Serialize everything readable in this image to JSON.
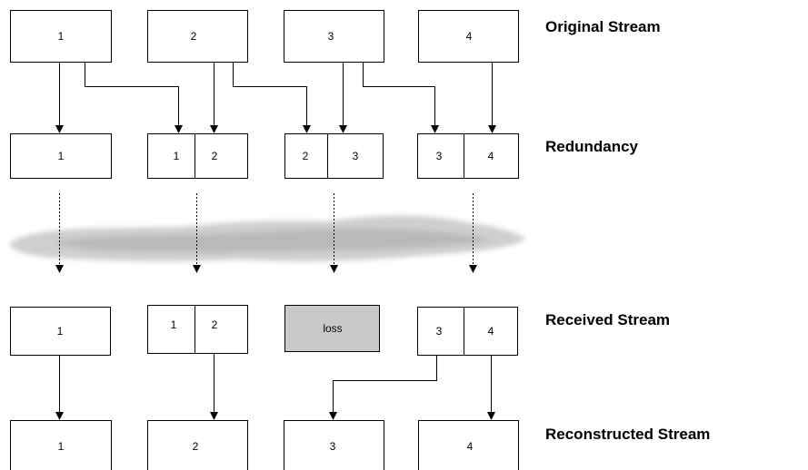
{
  "labels": {
    "original": "Original Stream",
    "redundancy": "Redundancy",
    "received": "Received Stream",
    "reconstructed": "Reconstructed Stream"
  },
  "original_stream": [
    "1",
    "2",
    "3",
    "4"
  ],
  "redundancy": [
    [
      "1"
    ],
    [
      "1",
      "2"
    ],
    [
      "2",
      "3"
    ],
    [
      "3",
      "4"
    ]
  ],
  "received_stream": [
    [
      "1"
    ],
    [
      "1",
      "2"
    ],
    [
      "loss"
    ],
    [
      "3",
      "4"
    ]
  ],
  "reconstructed_stream": [
    "1",
    "2",
    "3",
    "4"
  ],
  "colors": {
    "loss_fill": "#c8c8c8",
    "cloud": "#cfcfcf"
  }
}
